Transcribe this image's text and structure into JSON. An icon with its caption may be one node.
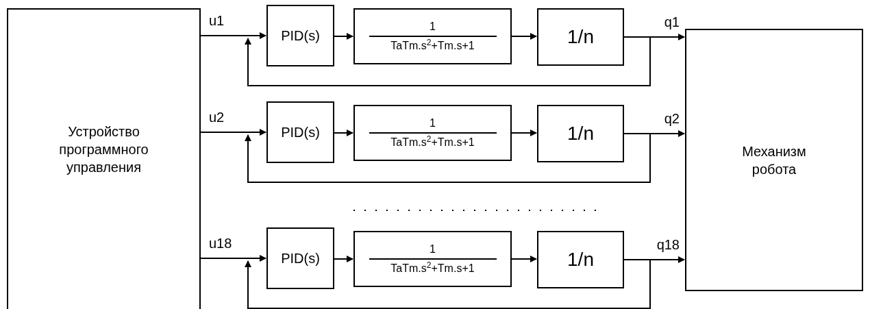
{
  "diagram": {
    "nodes": [
      {
        "text": [
          "Устройство программного управления"
        ]
      },
      {
        "text": [
          "Механизм робота"
        ]
      },
      {
        "text": [
          "PID(s)"
        ]
      },
      {
        "text": [
          "1",
          "TaTm.s$^{2}$+Tm.s+1"
        ]
      },
      {
        "text": [
          "1/n"
        ]
      },
      {
        "text": [
          "PID(s)"
        ]
      },
      {
        "text": [
          "1",
          "TaTm.s$^{2}$+Tm.s+1"
        ]
      },
      {
        "text": [
          "1/n"
        ]
      },
      {
        "text": [
          "PID(s)"
        ]
      },
      {
        "text": [
          "1",
          "TaTm.s$^{2}$+Tm.s+1"
        ]
      },
      {
        "text": [
          "1/n"
        ]
      }
    ],
    "edges": [
      {
        "from": 0,
        "to": 2,
        "arrow": "to",
        "label": "u1"
      },
      {
        "from": 2,
        "to": 3,
        "arrow": "to"
      },
      {
        "from": 3,
        "to": 4,
        "arrow": "to"
      },
      {
        "from": 4,
        "to": 1,
        "arrow": "to",
        "label": "q1"
      },
      {
        "from": 4,
        "to": 2,
        "arrow": "to"
      },
      {
        "from": 0,
        "to": 5,
        "arrow": "to",
        "label": "u2"
      },
      {
        "from": 5,
        "to": 6,
        "arrow": "to"
      },
      {
        "from": 6,
        "to": 7,
        "arrow": "to"
      },
      {
        "from": 7,
        "to": 1,
        "arrow": "to",
        "label": "q2"
      },
      {
        "from": 7,
        "to": 5,
        "arrow": "to"
      },
      {
        "from": 0,
        "to": 8,
        "arrow": "to",
        "label": "u18"
      },
      {
        "from": 8,
        "to": 9,
        "arrow": "to"
      },
      {
        "from": 9,
        "to": 10,
        "arrow": "to"
      },
      {
        "from": 10,
        "to": 1,
        "arrow": "to",
        "label": "q18"
      },
      {
        "from": 10,
        "to": 8,
        "arrow": "to"
      }
    ]
  }
}
